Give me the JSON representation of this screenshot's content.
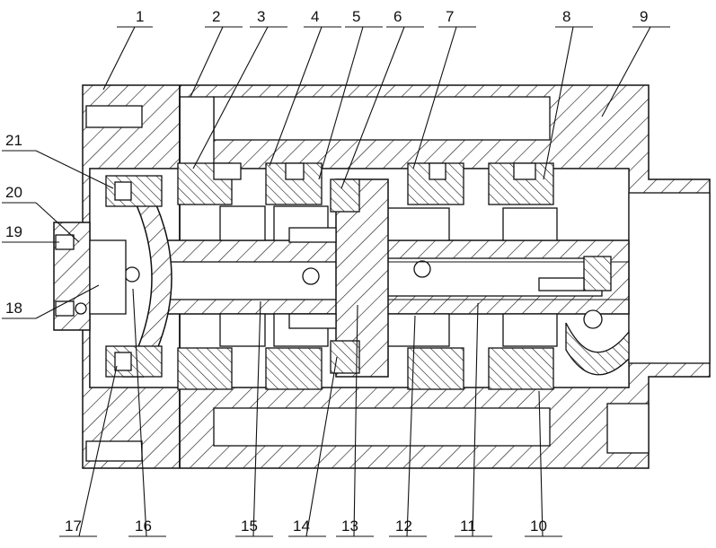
{
  "figure": {
    "top_labels": [
      "1",
      "2",
      "3",
      "4",
      "5",
      "6",
      "7",
      "8",
      "9"
    ],
    "left_labels": [
      "21",
      "20",
      "19",
      "18"
    ],
    "bottom_labels": [
      "17",
      "16",
      "15",
      "14",
      "13",
      "12",
      "11",
      "10"
    ]
  }
}
